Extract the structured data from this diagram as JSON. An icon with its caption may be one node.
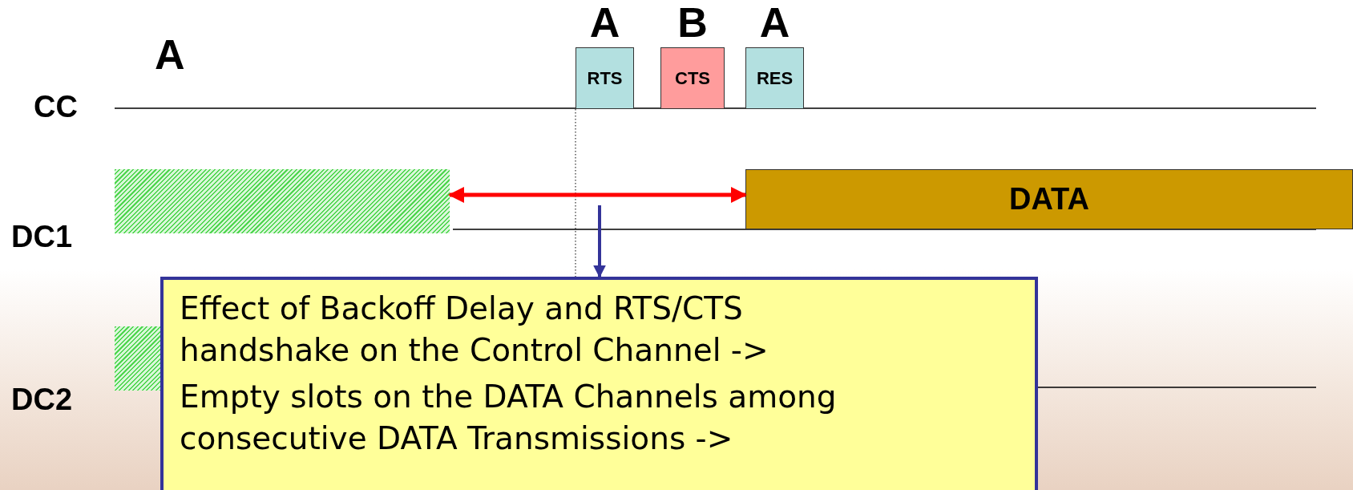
{
  "diagram": {
    "nodes": [
      {
        "text": [
          "RTS"
        ],
        "beside": [
          "A"
        ]
      },
      {
        "text": [
          "CTS"
        ],
        "beside": [
          "B"
        ]
      },
      {
        "text": [
          "RES"
        ],
        "beside": [
          "A"
        ]
      },
      {
        "text": [
          "DATA"
        ]
      },
      {
        "text": [],
        "shape": "bar"
      },
      {
        "text": [],
        "shape": "bar"
      },
      {
        "text": [
          "Effect of Backoff Delay and RTS/CTS handshake on the Control Channel ->",
          "Empty slots on the DATA Channels among consecutive DATA Transmissions ->"
        ]
      }
    ],
    "edges": [
      {
        "from": null,
        "to": 6,
        "arrow": "to",
        "color": "#333399"
      },
      {
        "from": 4,
        "to": 3,
        "arrow": "both",
        "color": "#ff0000"
      }
    ],
    "labels": [
      "A",
      "CC",
      "DC1",
      "DC2"
    ]
  }
}
